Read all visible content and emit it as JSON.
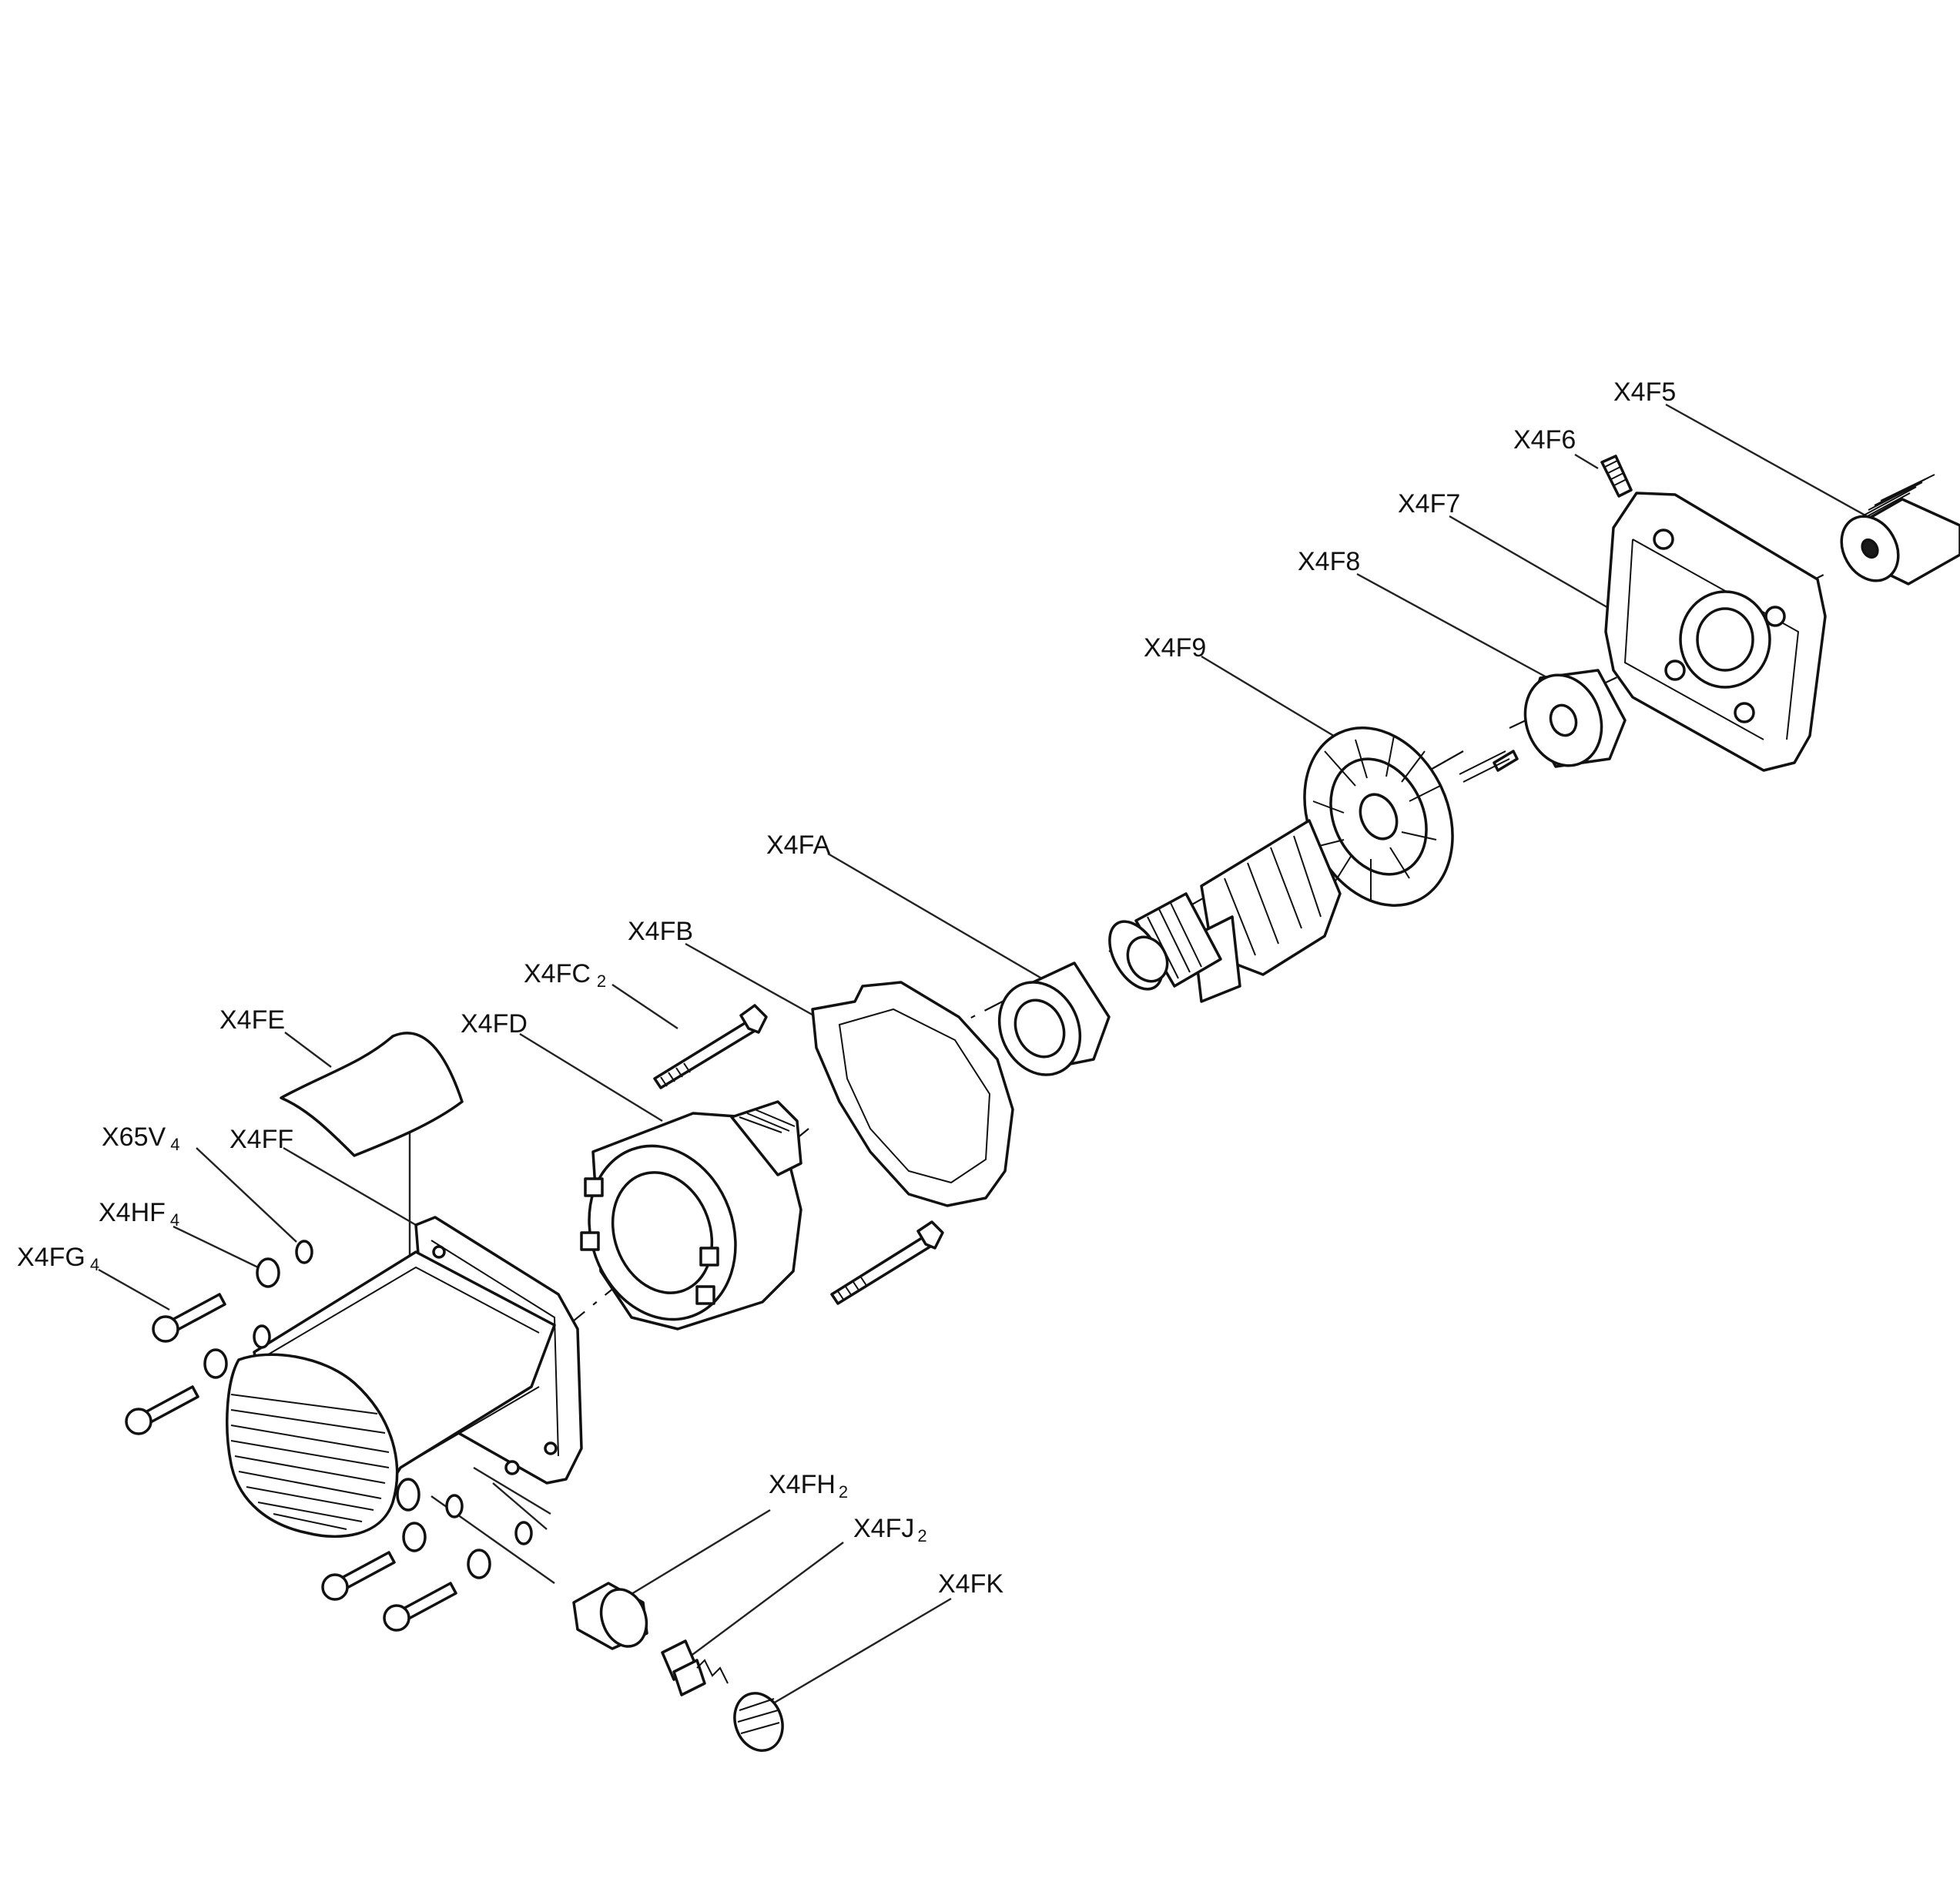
{
  "parts": [
    {
      "key": "X4F5",
      "label": "X4F5",
      "sub": "",
      "icon": "fan-hub-icon"
    },
    {
      "key": "X4F6",
      "label": "X4F6",
      "sub": "",
      "icon": "small-screw-icon"
    },
    {
      "key": "X4F7",
      "label": "X4F7",
      "sub": "",
      "icon": "bearing-bracket-icon"
    },
    {
      "key": "X4F8",
      "label": "X4F8",
      "sub": "",
      "icon": "ball-bearing-icon"
    },
    {
      "key": "X4F9",
      "label": "X4F9",
      "sub": "",
      "icon": "armature-icon"
    },
    {
      "key": "X4FA",
      "label": "X4FA",
      "sub": "",
      "icon": "ball-bearing-icon"
    },
    {
      "key": "X4FB",
      "label": "X4FB",
      "sub": "",
      "icon": "baffle-plate-icon"
    },
    {
      "key": "X4FC",
      "label": "X4FC",
      "sub": "2",
      "icon": "long-screw-icon"
    },
    {
      "key": "X4FD",
      "label": "X4FD",
      "sub": "",
      "icon": "field-stator-icon"
    },
    {
      "key": "X4FE",
      "label": "X4FE",
      "sub": "",
      "icon": "nameplate-label-icon"
    },
    {
      "key": "X4FF",
      "label": "X4FF",
      "sub": "",
      "icon": "motor-housing-icon"
    },
    {
      "key": "X65V",
      "label": "X65V",
      "sub": "4",
      "icon": "lock-washer-icon"
    },
    {
      "key": "X4HF",
      "label": "X4HF",
      "sub": "4",
      "icon": "flat-washer-icon"
    },
    {
      "key": "X4FG",
      "label": "X4FG",
      "sub": "4",
      "icon": "screw-icon"
    },
    {
      "key": "X4FH",
      "label": "X4FH",
      "sub": "2",
      "icon": "brush-holder-icon"
    },
    {
      "key": "X4FJ",
      "label": "X4FJ",
      "sub": "2",
      "icon": "carbon-brush-icon"
    },
    {
      "key": "X4FK",
      "label": "X4FK",
      "sub": "",
      "icon": "brush-cap-icon"
    }
  ]
}
